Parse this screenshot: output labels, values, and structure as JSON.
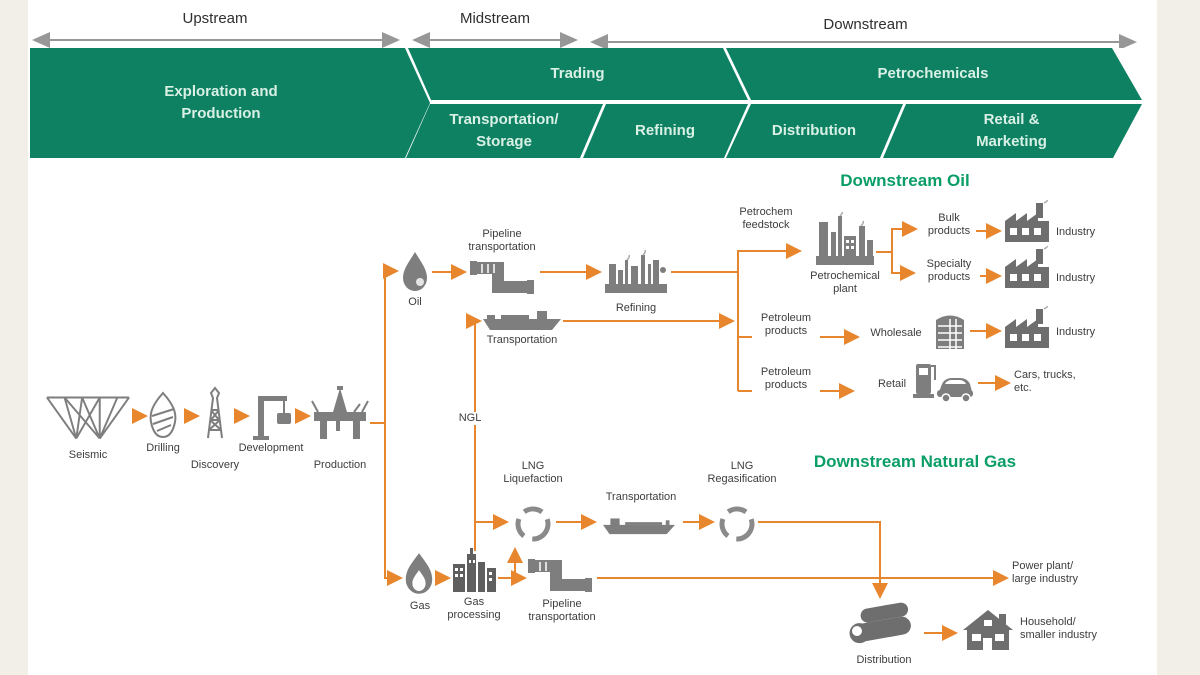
{
  "colors": {
    "band-green": "#0e8163",
    "band-text": "#d9f0e5",
    "heading-green": "#0a9e66",
    "arrow-orange": "#e8862d",
    "icon-gray": "#7e7e7e",
    "stage-text": "#2f2f2f",
    "label-text": "#3d3d3d",
    "margin-beige": "#f2efe8"
  },
  "stages": {
    "upstream": "Upstream",
    "midstream": "Midstream",
    "downstream": "Downstream"
  },
  "banner": {
    "exploration": "Exploration and\nProduction",
    "trading": "Trading",
    "petrochemicals": "Petrochemicals",
    "transportation_storage": "Transportation/\nStorage",
    "refining": "Refining",
    "distribution": "Distribution",
    "retail_marketing": "Retail &\nMarketing"
  },
  "headings": {
    "oil": "Downstream Oil",
    "gas": "Downstream Natural Gas"
  },
  "nodes": {
    "seismic": {
      "label": "Seismic"
    },
    "drilling": {
      "label": "Drilling"
    },
    "discovery": {
      "label": "Discovery"
    },
    "development": {
      "label": "Development"
    },
    "production": {
      "label": "Production"
    },
    "oil": {
      "label": "Oil"
    },
    "pipeline_oil": {
      "label": "Pipeline\ntransportation"
    },
    "refining": {
      "label": "Refining"
    },
    "ship_oil": {
      "label": "Transportation"
    },
    "ngl": {
      "label": "NGL"
    },
    "petrochem_feedstock": {
      "label": "Petrochem\nfeedstock"
    },
    "petrochemical_plant": {
      "label": "Petrochemical\nplant"
    },
    "bulk_products": {
      "label": "Bulk\nproducts"
    },
    "specialty_products": {
      "label": "Specialty\nproducts"
    },
    "industry_bulk": {
      "label": "Industry"
    },
    "industry_specialty": {
      "label": "Industry"
    },
    "petroleum_products_wholesale": {
      "label": "Petroleum\nproducts"
    },
    "wholesale": {
      "label": "Wholesale"
    },
    "industry_wholesale": {
      "label": "Industry"
    },
    "petroleum_products_retail": {
      "label": "Petroleum\nproducts"
    },
    "retail": {
      "label": "Retail"
    },
    "cars_trucks": {
      "label": "Cars, trucks,\netc."
    },
    "lng_liquefaction": {
      "label": "LNG\nLiquefaction"
    },
    "ship_lng": {
      "label": "Transportation"
    },
    "lng_regasification": {
      "label": "LNG\nRegasification"
    },
    "gas": {
      "label": "Gas"
    },
    "gas_processing": {
      "label": "Gas\nprocessing"
    },
    "pipeline_gas": {
      "label": "Pipeline\ntransportation"
    },
    "power_plant": {
      "label": "Power plant/\nlarge industry"
    },
    "distribution": {
      "label": "Distribution"
    },
    "household": {
      "label": "Household/\nsmaller industry"
    }
  }
}
